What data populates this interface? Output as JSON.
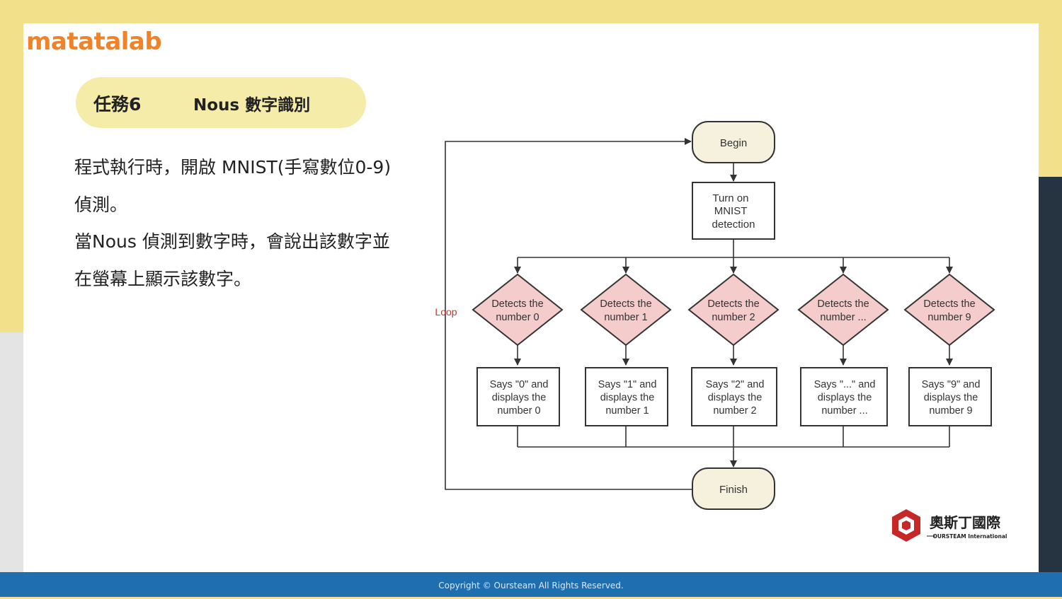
{
  "brand": {
    "logo_text": "matatalab"
  },
  "task": {
    "label": "任務6",
    "name": "Nous 數字識別"
  },
  "description": {
    "paragraphs": [
      "程式執行時，開啟 MNIST(手寫數位0-9)偵測。",
      "當Nous 偵測到數字時，會說出該數字並在螢幕上顯示該數字。"
    ]
  },
  "flowchart": {
    "begin": "Begin",
    "turn_on": [
      "Turn on",
      "MNIST",
      "detection"
    ],
    "loop": "Loop",
    "finish": "Finish",
    "branches": [
      {
        "detect": [
          "Detects the",
          "number 0"
        ],
        "action": [
          "Says \"0\" and",
          "displays the",
          "number 0"
        ]
      },
      {
        "detect": [
          "Detects the",
          "number 1"
        ],
        "action": [
          "Says \"1\" and",
          "displays the",
          "number 1"
        ]
      },
      {
        "detect": [
          "Detects the",
          "number 2"
        ],
        "action": [
          "Says \"2\" and",
          "displays the",
          "number 2"
        ]
      },
      {
        "detect": [
          "Detects the",
          "number ..."
        ],
        "action": [
          "Says \"...\" and",
          "displays the",
          "number ..."
        ]
      },
      {
        "detect": [
          "Detects the",
          "number 9"
        ],
        "action": [
          "Says \"9\" and",
          "displays the",
          "number 9"
        ]
      }
    ],
    "colors": {
      "terminal_fill": "#f6f1dc",
      "decision_fill": "#f4cccc",
      "line": "#333333",
      "loop_text": "#c0392b"
    }
  },
  "partner": {
    "name_cn": "奧斯丁國際",
    "name_en": "OURSTEAM International"
  },
  "footer": {
    "copyright": "Copyright © Oursteam All Rights Reserved."
  }
}
